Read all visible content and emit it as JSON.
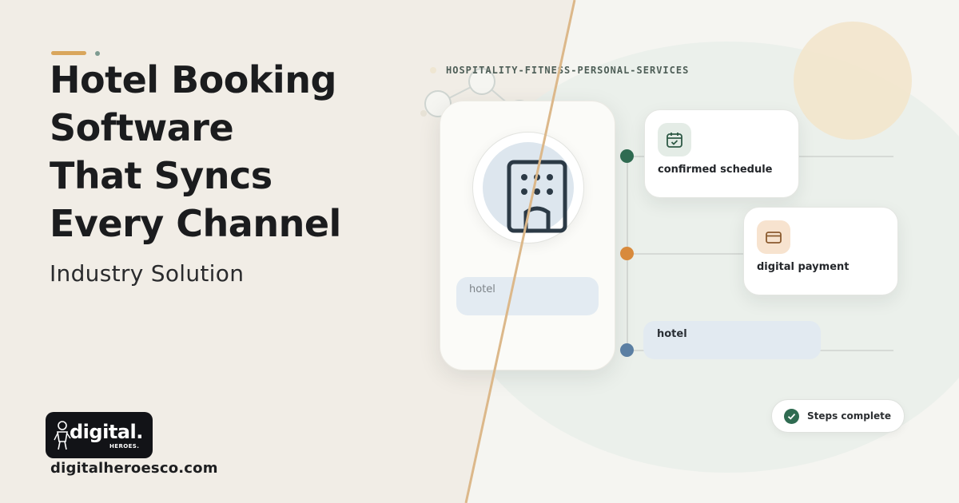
{
  "headline": {
    "lines": [
      "Hotel Booking",
      "Software",
      "That Syncs",
      "Every Channel"
    ]
  },
  "subhead": "Industry Solution",
  "logo": {
    "main": "digital.",
    "sub": "HEROES."
  },
  "domain": "digitalheroesco.com",
  "category": "HOSPITALITY-FITNESS-PERSONAL-SERVICES",
  "phone": {
    "icon": "hotel-building-icon",
    "pill_label": "hotel"
  },
  "cards": [
    {
      "label": "confirmed schedule",
      "icon": "calendar-check-icon"
    },
    {
      "label": "digital payment",
      "icon": "credit-card-icon"
    }
  ],
  "pill": {
    "label": "hotel"
  },
  "status": {
    "label": "Steps complete",
    "icon": "check-icon"
  },
  "colors": {
    "accent_gold": "#d9a65c",
    "node_green": "#2f6b51",
    "node_orange": "#d88a3c",
    "node_blue": "#5b7fa3",
    "diagonal": "#dcb88a"
  }
}
